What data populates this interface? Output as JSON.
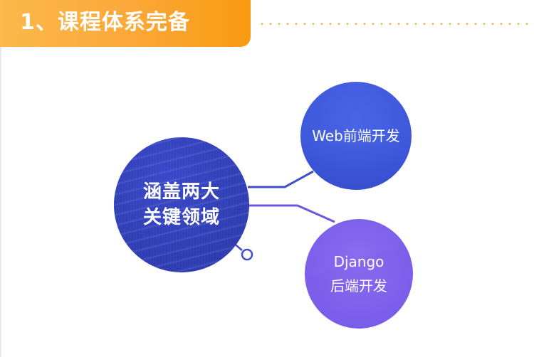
{
  "header": {
    "title": "1、课程体系完备",
    "bar_color": "#fba93a"
  },
  "diagram": {
    "center_node": {
      "line1": "涵盖两大",
      "line2": "关键领域",
      "color": "#3240b6"
    },
    "branches": [
      {
        "label": "Web前端开发",
        "color": "#3f59dd"
      },
      {
        "line1": "Django",
        "line2": "后端开发",
        "color": "#7d60eb"
      }
    ]
  }
}
